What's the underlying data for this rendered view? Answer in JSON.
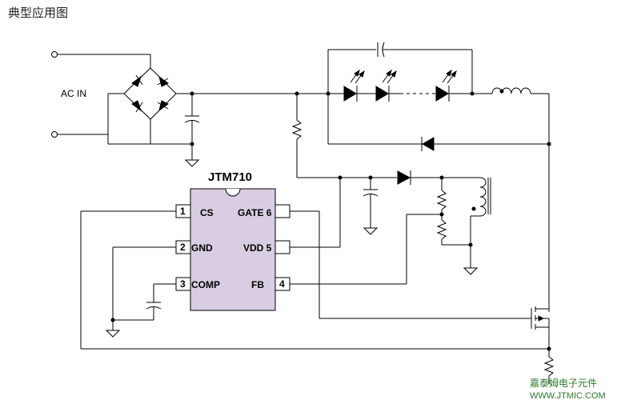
{
  "title": "典型应用图",
  "input_label": "AC IN",
  "chip": {
    "name": "JTM710",
    "pins": [
      {
        "num": "1",
        "label": "CS"
      },
      {
        "num": "2",
        "label": "GND"
      },
      {
        "num": "3",
        "label": "COMP"
      },
      {
        "num": "4",
        "label": "FB"
      },
      {
        "label": "VDD 5"
      },
      {
        "label": "GATE 6"
      }
    ]
  },
  "watermark": {
    "text": "嘉泰姆电子元件",
    "url": "WWW.JTMIC.COM"
  },
  "colors": {
    "chip_fill": "#d8cde2",
    "wire": "#000000",
    "watermark": "#2a7a2a"
  }
}
